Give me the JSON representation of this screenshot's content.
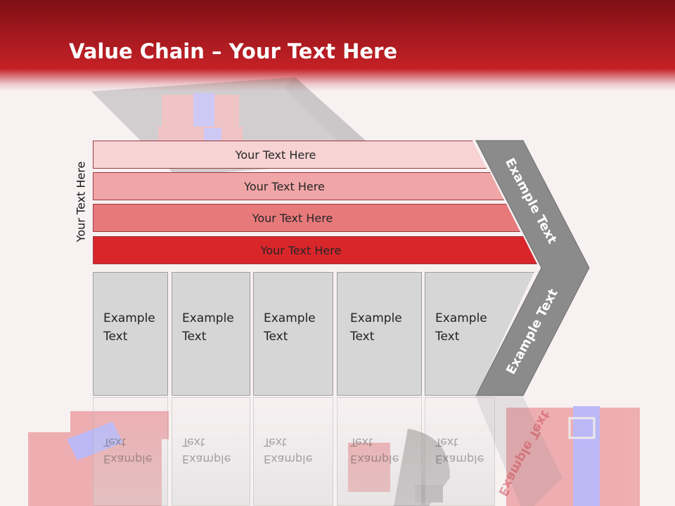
{
  "title": {
    "bold": "Value Chain",
    "rest": " – Your Text Here"
  },
  "side_label": "Your Text Here",
  "bands": [
    {
      "text": "Your Text Here",
      "color": "#f8d3d4"
    },
    {
      "text": "Your Text Here",
      "color": "#f0a5a7"
    },
    {
      "text": "Your Text Here",
      "color": "#e8797b"
    },
    {
      "text": "Your Text Here",
      "color": "#d8262b"
    }
  ],
  "columns": [
    {
      "line1": "Example",
      "line2": "Text"
    },
    {
      "line1": "Example",
      "line2": "Text"
    },
    {
      "line1": "Example",
      "line2": "Text"
    },
    {
      "line1": "Example",
      "line2": "Text"
    },
    {
      "line1": "Example",
      "line2": "Text"
    }
  ],
  "arrow": {
    "upper_text": "Example Text",
    "lower_text": "Example Text",
    "color": "#8b8b8b"
  },
  "colors": {
    "header": "#c52127",
    "column_fill": "#d6d6d6",
    "arrow": "#8b8b8b"
  }
}
